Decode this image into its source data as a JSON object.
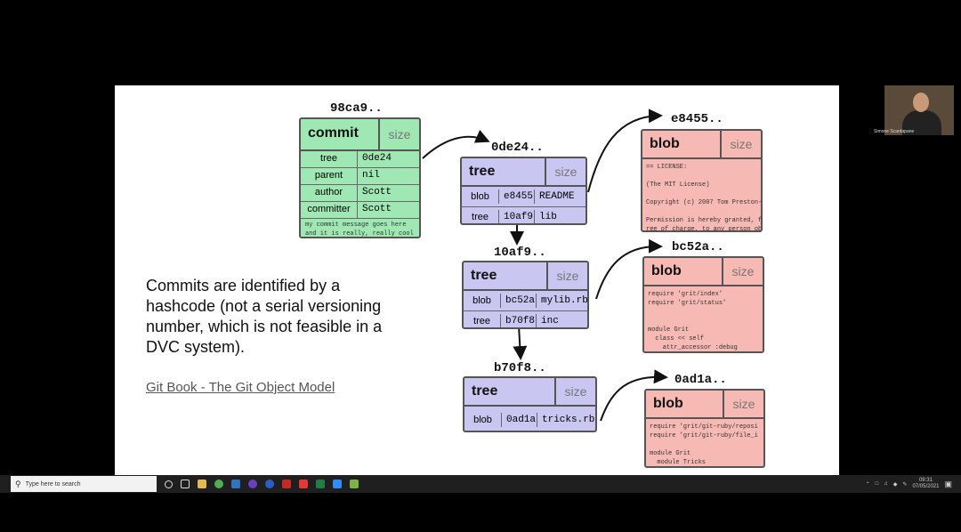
{
  "slide": {
    "description": "Commits are identified by a hashcode (not a serial versioning number, which is not feasible in a DVC system).",
    "link": "Git Book - The Git Object Model"
  },
  "commit": {
    "hash": "98ca9..",
    "kind": "commit",
    "size": "size",
    "rows": [
      {
        "key": "tree",
        "value": "0de24"
      },
      {
        "key": "parent",
        "value": "nil"
      },
      {
        "key": "author",
        "value": "Scott"
      },
      {
        "key": "committer",
        "value": "Scott"
      }
    ],
    "message": "my commit message goes here\nand it is really, really cool"
  },
  "trees": [
    {
      "hash": "0de24..",
      "kind": "tree",
      "size": "size",
      "rows": [
        [
          "blob",
          "e8455",
          "README"
        ],
        [
          "tree",
          "10af9",
          "lib"
        ]
      ]
    },
    {
      "hash": "10af9..",
      "kind": "tree",
      "size": "size",
      "rows": [
        [
          "blob",
          "bc52a",
          "mylib.rb"
        ],
        [
          "tree",
          "b70f8",
          "inc"
        ]
      ]
    },
    {
      "hash": "b70f8..",
      "kind": "tree",
      "size": "size",
      "rows": [
        [
          "blob",
          "0ad1a",
          "tricks.rb"
        ]
      ]
    }
  ],
  "blobs": [
    {
      "hash": "e8455..",
      "kind": "blob",
      "size": "size",
      "content": "== LICENSE:\n\n(The MIT License)\n\nCopyright (c) 2007 Tom Preston-\n\nPermission is hereby granted, f\nree of charge, to any person ob"
    },
    {
      "hash": "bc52a..",
      "kind": "blob",
      "size": "size",
      "content": "require 'grit/index'\nrequire 'grit/status'\n\n\nmodule Grit\n  class << self\n    attr_accessor :debug"
    },
    {
      "hash": "0ad1a..",
      "kind": "blob",
      "size": "size",
      "content": "require 'grit/git-ruby/reposi\nrequire 'grit/git-ruby/file_i\n\nmodule Grit\n  module Tricks"
    }
  ],
  "participant": {
    "name": "Simone Scardapane"
  },
  "taskbar": {
    "search_placeholder": "Type here to search",
    "time": "09:31",
    "date": "07/05/2021"
  },
  "colors": {
    "commit": "#9fe8b4",
    "tree": "#c9c6f2",
    "blob": "#f7b9b3"
  }
}
